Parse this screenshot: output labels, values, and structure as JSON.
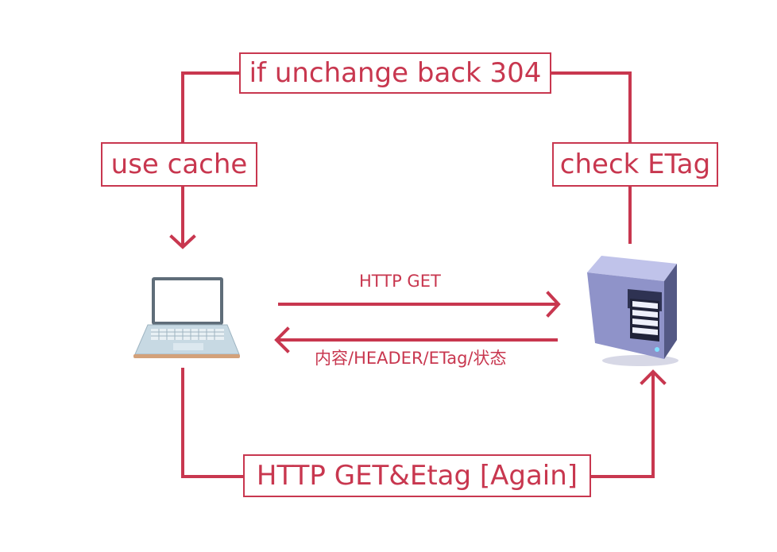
{
  "colors": {
    "accent": "#c8374f",
    "laptop_body": "#c7d9e3",
    "laptop_screen": "#ffffff",
    "server_body": "#8f93c9",
    "server_dark": "#2e3252"
  },
  "labels": {
    "top": "if unchange back 304",
    "left": "use cache",
    "right": "check ETag",
    "bottom": "HTTP GET&Etag [Again]",
    "request": "HTTP GET",
    "response": "内容/HEADER/ETag/状态"
  },
  "icons": {
    "client": "laptop-icon",
    "server": "server-tower-icon"
  }
}
